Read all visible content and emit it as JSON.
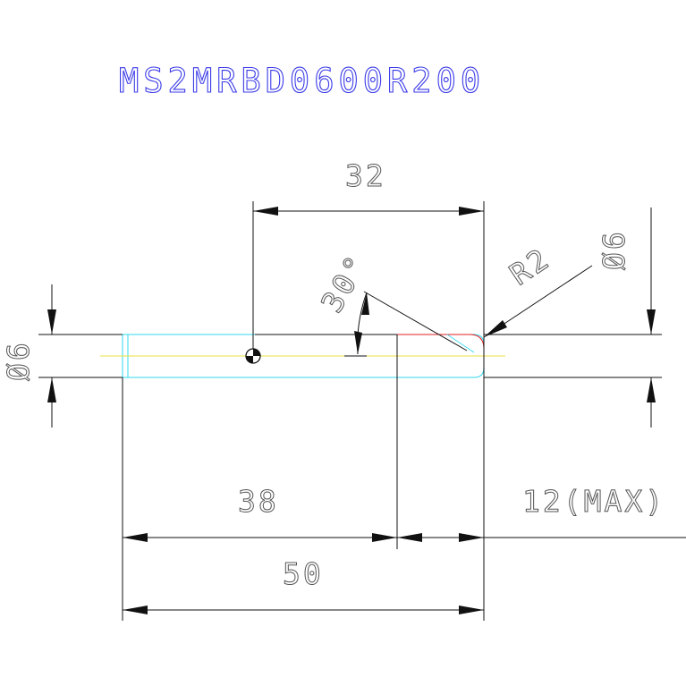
{
  "drawing": {
    "part_number": "MS2MRBD0600R200",
    "dimensions": {
      "overall_length": "50",
      "body_length": "38",
      "tip_length": "12(MAX)",
      "center_to_tip": "32",
      "tip_radius": "R2",
      "tip_diameter": "Ø6",
      "body_diameter": "Ø6",
      "chamfer_angle": "30°"
    },
    "colors": {
      "title": "#3a3ae8",
      "outline": "#30d8f0",
      "tip_outline": "#e02020",
      "tip_fill": "#e040c0",
      "centerline": "#e8e040",
      "dimension_line": "#111111",
      "dimension_text": "#555555"
    }
  }
}
